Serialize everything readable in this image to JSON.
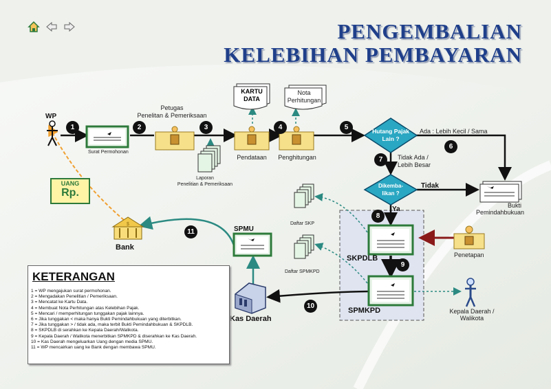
{
  "nav": {
    "home_icon": "home-icon",
    "back_icon": "arrow-left-icon",
    "forward_icon": "arrow-right-icon"
  },
  "title": {
    "line1": "PENGEMBALIAN",
    "line2": "KELEBIHAN PEMBAYARAN"
  },
  "colors": {
    "title": "#1f3f8a",
    "diamond": "#2aa7c2",
    "form_border": "#2d7a3a",
    "person_fill": "#f6e08a",
    "dashed": "#2b8a82",
    "uang_box": "#fff3a6",
    "penetapan_arrow": "#8a1a1a"
  },
  "nodes": {
    "wp": "WP",
    "surat": "Surat Permohonan",
    "petugas": "Petugas",
    "penelitan": "Penelitan & Pemeriksaan",
    "laporan1": "Laporan",
    "laporan2": "Penelitian & Pemeriksaan",
    "kartu1": "KARTU",
    "kartu2": "DATA",
    "pendataan": "Pendataan",
    "nota1": "Nota",
    "nota2": "Perhitungan",
    "penghitungan": "Penghitungan",
    "hutang1": "Hutang Pajak",
    "hutang2": "Lain ?",
    "ada": "Ada : Lebih Kecil / Sama",
    "tidak_ada1": "Tidak Ada /",
    "tidak_ada2": "Lebih Besar",
    "dikemba1": "Dikemba-",
    "dikemba2": "likan ?",
    "tidak": "Tidak",
    "ya": "Ya",
    "bukti1": "Bukti",
    "bukti2": "Pemindahbukuan",
    "daftar_skp": "Daftar SKP",
    "daftar_spmkpd": "Daftar SPMKPD",
    "skpdlb": "SKPDLB",
    "spmkpd": "SPMKPD",
    "penetapan": "Penetapan",
    "kepala1": "Kepala Daerah /",
    "kepala2": "Walikota",
    "spmu": "SPMU",
    "kas": "Kas Daerah",
    "bank": "Bank",
    "uang": "UANG",
    "rp": "Rp."
  },
  "steps": [
    "1",
    "2",
    "3",
    "4",
    "5",
    "6",
    "7",
    "8",
    "9",
    "10",
    "11"
  ],
  "legend": {
    "title": "KETERANGAN",
    "items": [
      "1 = WP mengajukan surat permohonan.",
      "2 = Mengadakan Penelitian / Pemeriksaan.",
      "3  = Mencatat ke Kartu Data.",
      "4 = Membuat Nota Perhitungan atas Kelebihan Pajak.",
      "5 = Mencari / memperhitungan tunggakan pajak lainnya.",
      "6 = Jika tunggakan < maka hanya Bukti Pemindahbukuan yang diterbitkan.",
      "7 = Jika tunggakan > / tidak ada, maka terbit Bukti Pemindahbukuan & SKPDLB.",
      "8 = SKPDLB di serahkan ke Kepala Daerah/Walikota.",
      "9 = Kepala Daerah / Walikota menerbitkan SPMKPD & diserahkan ke Kas Daerah.",
      "10 = Kas Daerah mengeluarkan Uang dengan media SPMU.",
      "11 = WP mencairkan uang ke Bank dengan membawa SPMU."
    ]
  }
}
